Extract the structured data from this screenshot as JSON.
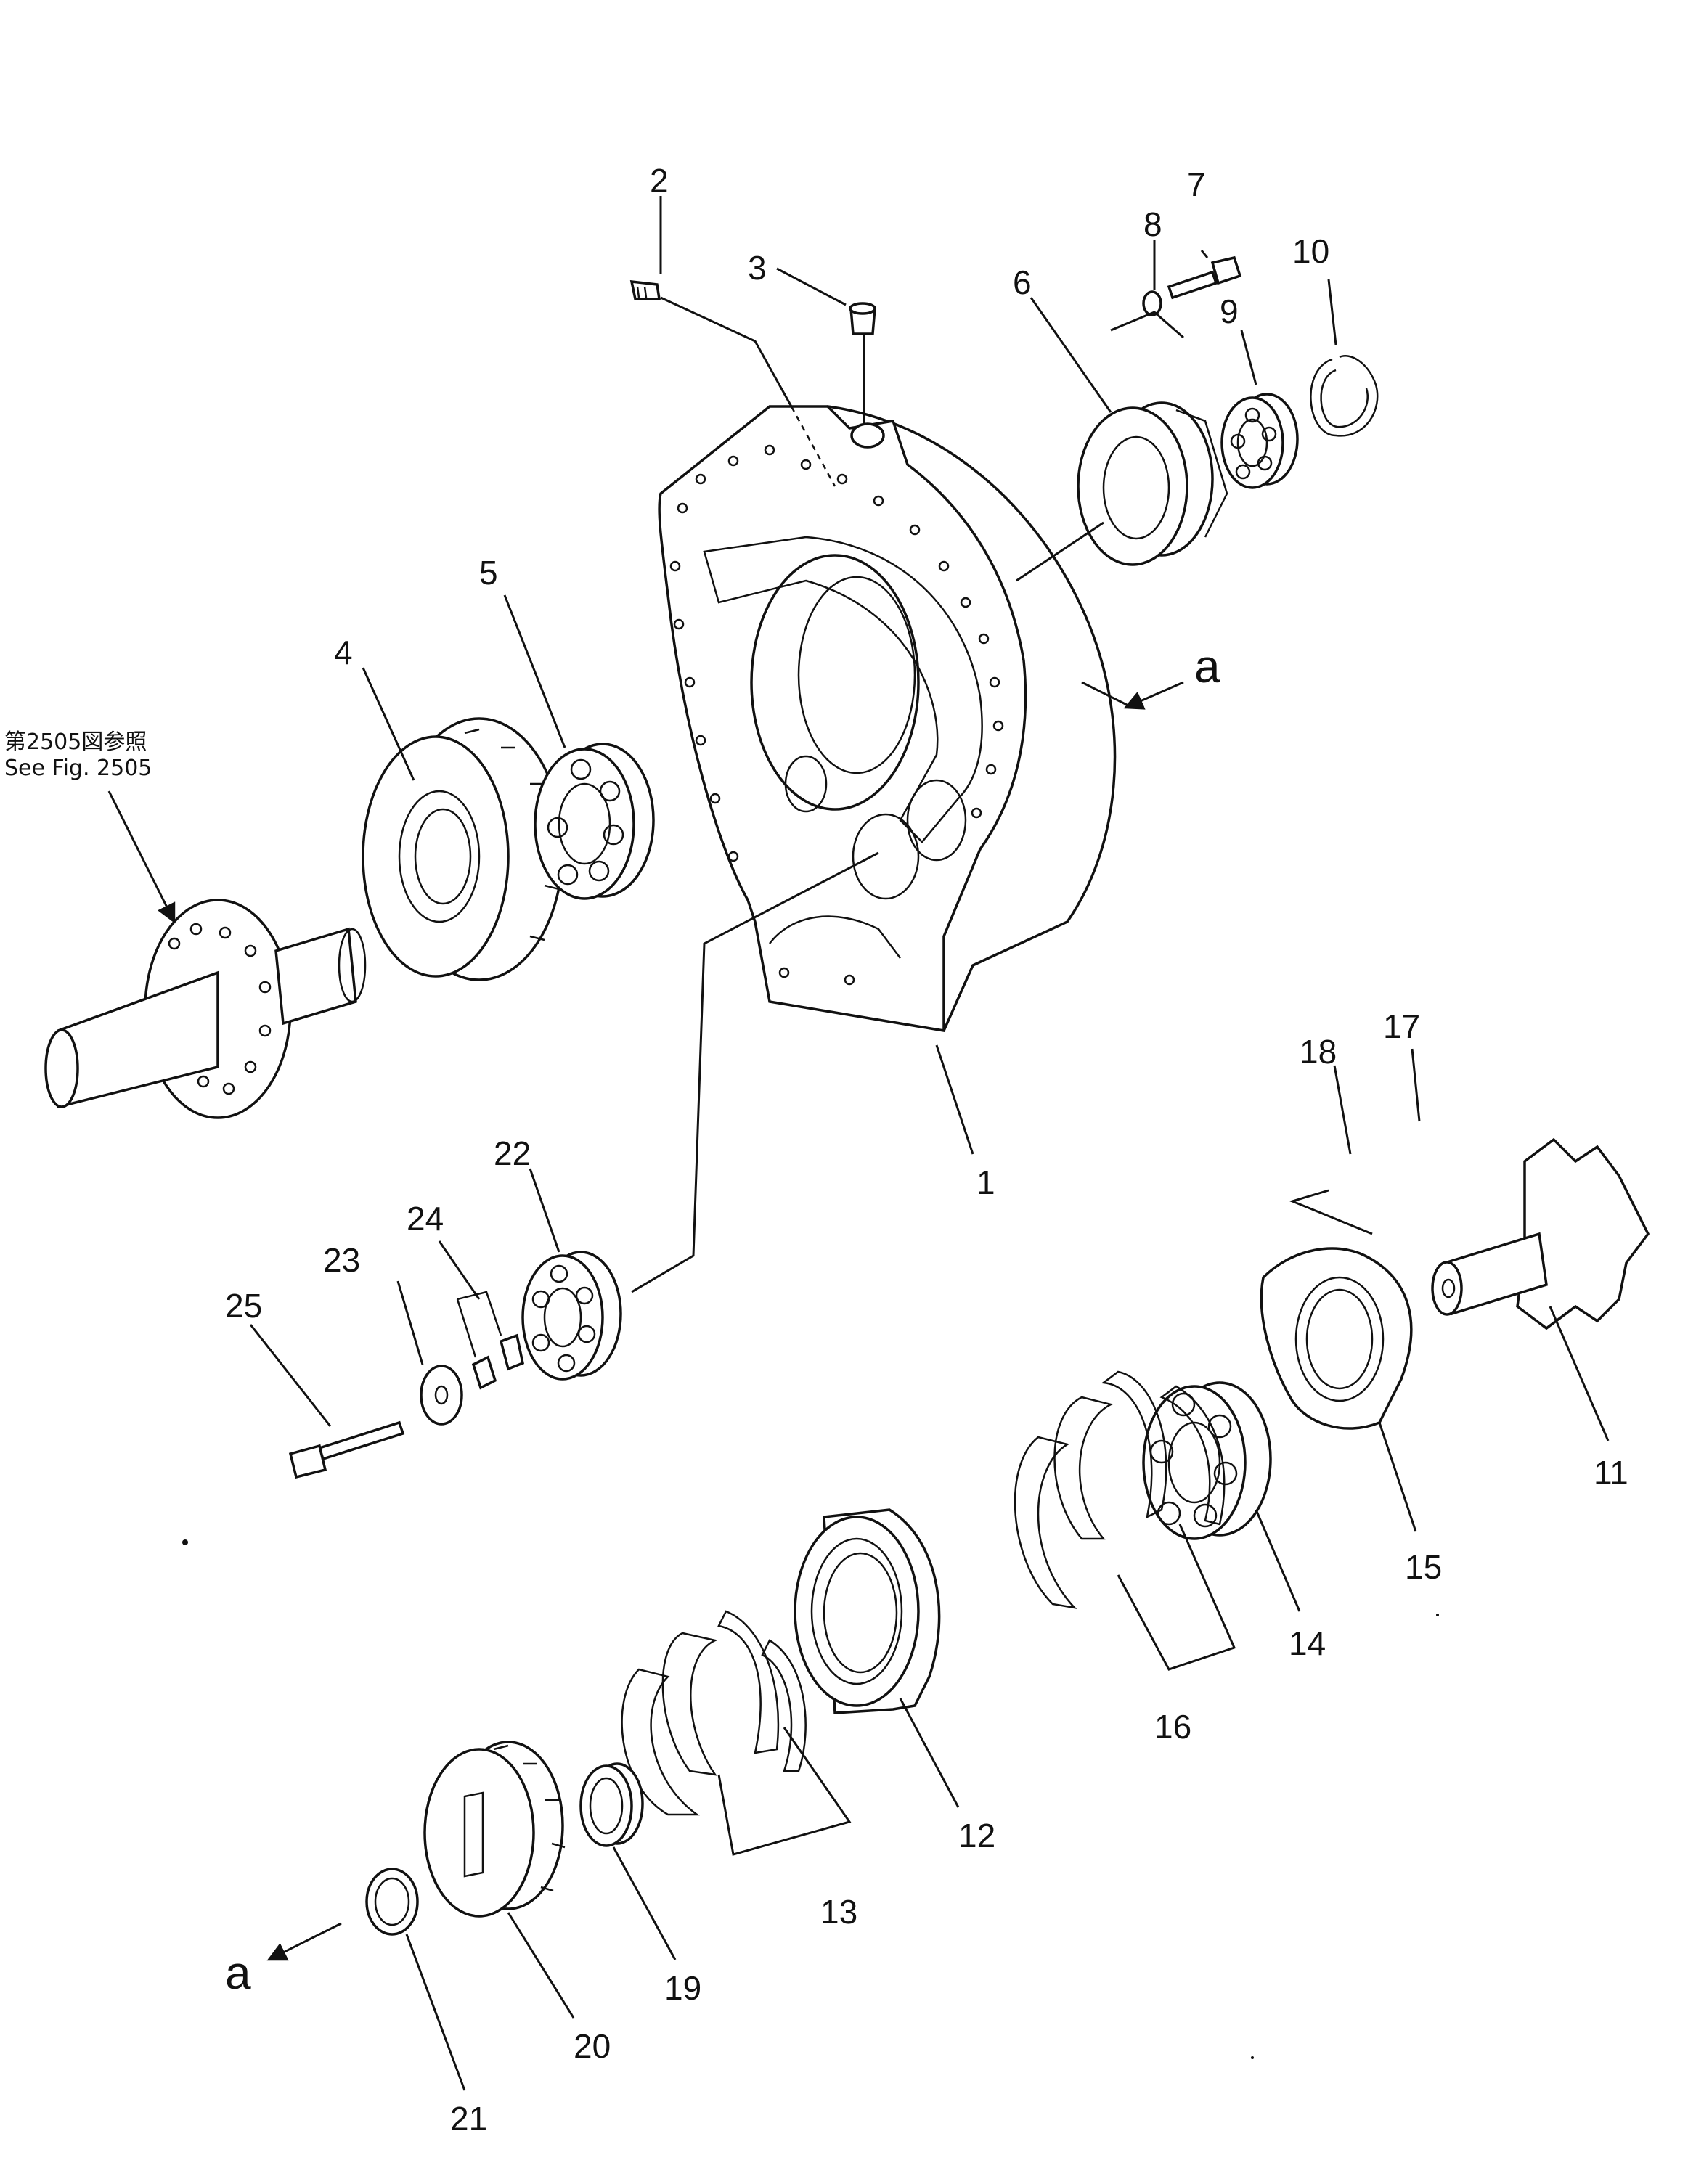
{
  "reference_note": {
    "line_jp": "第2505図参照",
    "line_en": "See Fig. 2505"
  },
  "view_marker": {
    "top": "a",
    "bottom": "a"
  },
  "part_labels": {
    "p1": "1",
    "p2": "2",
    "p3": "3",
    "p4": "4",
    "p5": "5",
    "p6": "6",
    "p7": "7",
    "p8": "8",
    "p9": "9",
    "p10": "10",
    "p11": "11",
    "p12": "12",
    "p13": "13",
    "p14": "14",
    "p15": "15",
    "p16": "16",
    "p17": "17",
    "p18": "18",
    "p19": "19",
    "p20": "20",
    "p21": "21",
    "p22": "22",
    "p23": "23",
    "p24": "24",
    "p25": "25"
  }
}
